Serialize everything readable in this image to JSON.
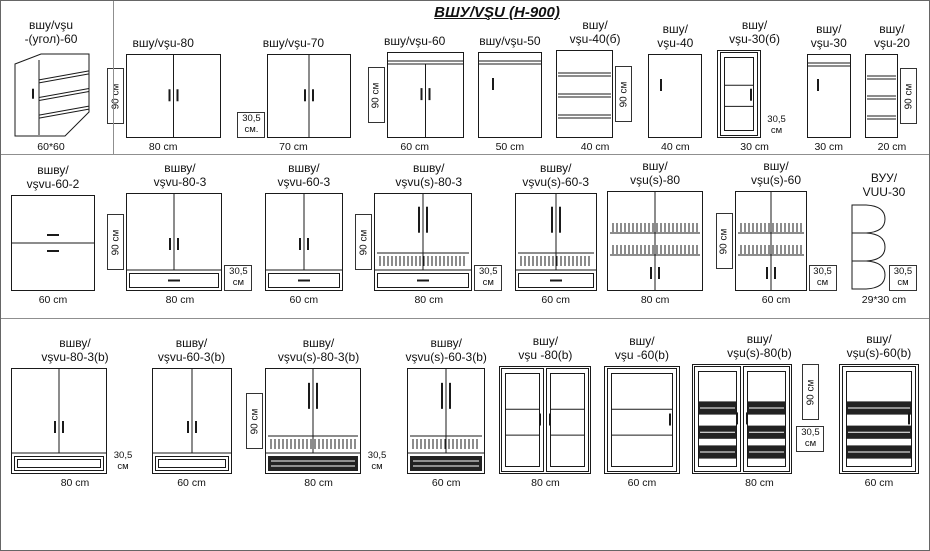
{
  "title": "ВШУ/VŞU  (Н-900)",
  "colors": {
    "line": "#1a1a1a",
    "dark": "#222222",
    "grid": "#8f8f8f",
    "background": "#ffffff"
  },
  "rows": [
    {
      "name": "row-1",
      "items": [
        {
          "id": "vsu-ugol-60",
          "label": [
            "вшу/vşu",
            "-(угол)-60"
          ],
          "size": "60*60",
          "draw": {
            "type": "corner",
            "w": 80,
            "h": 88
          }
        },
        {
          "id": "vsu-80",
          "label": [
            "вшу/vşu-80"
          ],
          "size": "80 cm",
          "draw": {
            "type": "doors2",
            "w": 95,
            "h": 84
          },
          "left": {
            "kind": "tall",
            "text": "90 см",
            "boxed": true
          }
        },
        {
          "id": "vsu-70",
          "label": [
            "вшу/vşu-70"
          ],
          "size": "70 cm",
          "draw": {
            "type": "doors2",
            "w": 84,
            "h": 84
          },
          "left": {
            "kind": "small",
            "lines": [
              "30,5",
              "см."
            ],
            "boxed": true
          }
        },
        {
          "id": "vsu-60",
          "label": [
            "вшу/vşu-60"
          ],
          "size": "60 cm",
          "draw": {
            "type": "doors2",
            "w": 77,
            "h": 86,
            "shelfTop": true
          },
          "left": {
            "kind": "tall",
            "text": "90 см",
            "boxed": true
          }
        },
        {
          "id": "vsu-50",
          "label": [
            "вшу/vşu-50"
          ],
          "size": "50 cm",
          "draw": {
            "type": "door1",
            "w": 64,
            "h": 86,
            "shelfTop": true
          }
        },
        {
          "id": "vsu-40b",
          "label": [
            "вшу/",
            "vşu-40(б)"
          ],
          "size": "40 cm",
          "draw": {
            "type": "shelves",
            "w": 57,
            "h": 88,
            "n": 3
          },
          "right": {
            "kind": "tall",
            "text": "90 см",
            "boxed": true
          }
        },
        {
          "id": "vsu-40",
          "label": [
            "вшу/",
            "vşu-40"
          ],
          "size": "40 cm",
          "draw": {
            "type": "door1",
            "w": 54,
            "h": 84
          }
        },
        {
          "id": "vsu-30b",
          "label": [
            "вшу/",
            "vşu-30(б)"
          ],
          "size": "30 cm",
          "draw": {
            "type": "glass1",
            "w": 44,
            "h": 88
          },
          "right": {
            "kind": "small",
            "lines": [
              "30,5",
              "см"
            ],
            "boxed": false
          }
        },
        {
          "id": "vsu-30",
          "label": [
            "вшу/",
            "vşu-30"
          ],
          "size": "30 cm",
          "draw": {
            "type": "door1",
            "w": 44,
            "h": 84,
            "shelfTop": true
          }
        },
        {
          "id": "vsu-20",
          "label": [
            "вшу/",
            "vşu-20"
          ],
          "size": "20 cm",
          "draw": {
            "type": "shelves",
            "w": 33,
            "h": 84,
            "n": 3
          },
          "right": {
            "kind": "tall",
            "text": "90 см",
            "boxed": true
          }
        }
      ]
    },
    {
      "name": "row-2",
      "items": [
        {
          "id": "vsvu-60-2",
          "label": [
            "вшву/",
            "vşvu-60-2"
          ],
          "size": "60 cm",
          "draw": {
            "type": "flip2",
            "w": 84,
            "h": 96
          }
        },
        {
          "id": "vsvu-80-3",
          "label": [
            "вшву/",
            "vşvu-80-3"
          ],
          "size": "80 cm",
          "draw": {
            "type": "threeSec",
            "w": 96,
            "h": 98,
            "bottom": "flip"
          },
          "left": {
            "kind": "tall",
            "text": "90 см",
            "boxed": true
          },
          "right": {
            "kind": "small",
            "lines": [
              "30,5",
              "см"
            ],
            "boxed": true
          }
        },
        {
          "id": "vsvu-60-3",
          "label": [
            "вшву/",
            "vşvu-60-3"
          ],
          "size": "60 cm",
          "draw": {
            "type": "threeSec",
            "w": 78,
            "h": 98,
            "bottom": "flip"
          }
        },
        {
          "id": "vsvu-s-80-3",
          "label": [
            "вшву/",
            "vşvu(s)-80-3"
          ],
          "size": "80 cm",
          "draw": {
            "type": "threeSec",
            "w": 98,
            "h": 98,
            "bottom": "flip",
            "rack": true,
            "tallHandles": true
          },
          "left": {
            "kind": "tall",
            "text": "90 см",
            "boxed": true
          },
          "right": {
            "kind": "small",
            "lines": [
              "30,5",
              "см"
            ],
            "boxed": true
          }
        },
        {
          "id": "vsvu-s-60-3",
          "label": [
            "вшву/",
            "vşvu(s)-60-3"
          ],
          "size": "60 cm",
          "draw": {
            "type": "threeSec",
            "w": 82,
            "h": 98,
            "bottom": "flip",
            "rack": true,
            "tallHandles": true
          }
        },
        {
          "id": "vsu-s-80",
          "label": [
            "вшу/",
            "vşu(s)-80"
          ],
          "size": "80 cm",
          "draw": {
            "type": "rack2",
            "w": 96,
            "h": 100
          }
        },
        {
          "id": "vsu-s-60",
          "label": [
            "вшу/",
            "vşu(s)-60"
          ],
          "size": "60 cm",
          "draw": {
            "type": "rack2",
            "w": 72,
            "h": 100
          },
          "left": {
            "kind": "tall",
            "text": "90 см",
            "boxed": true
          },
          "right": {
            "kind": "small",
            "lines": [
              "30,5",
              "см"
            ],
            "boxed": true
          }
        },
        {
          "id": "vuu-30",
          "label": [
            "ВУУ/",
            "VUU-30"
          ],
          "size": "29*30 cm",
          "draw": {
            "type": "vuu",
            "w": 38,
            "h": 88
          },
          "right": {
            "kind": "small",
            "lines": [
              "30,5",
              "см"
            ],
            "boxed": true
          }
        }
      ]
    },
    {
      "name": "row-3",
      "items": [
        {
          "id": "vsvu-80-3b",
          "label": [
            "вшву/",
            "vşvu-80-3(b)"
          ],
          "size": "80 cm",
          "draw": {
            "type": "threeSec",
            "w": 96,
            "h": 106,
            "bottom": "open"
          },
          "right": {
            "kind": "small",
            "lines": [
              "30,5",
              "см"
            ],
            "boxed": false
          }
        },
        {
          "id": "vsvu-60-3b",
          "label": [
            "вшву/",
            "vşvu-60-3(b)"
          ],
          "size": "60 cm",
          "draw": {
            "type": "threeSec",
            "w": 80,
            "h": 106,
            "bottom": "open"
          }
        },
        {
          "id": "vsvu-s-80-3b",
          "label": [
            "вшву/",
            "vşvu(s)-80-3(b)"
          ],
          "size": "80 cm",
          "draw": {
            "type": "threeSec",
            "w": 96,
            "h": 106,
            "bottom": "dark",
            "rack": true,
            "tallHandles": true
          },
          "left": {
            "kind": "tall",
            "text": "90 см",
            "boxed": true
          },
          "right": {
            "kind": "small",
            "lines": [
              "30,5",
              "см"
            ],
            "boxed": false
          }
        },
        {
          "id": "vsvu-s-60-3b",
          "label": [
            "вшву/",
            "vşvu(s)-60-3(b)"
          ],
          "size": "60 cm",
          "draw": {
            "type": "threeSec",
            "w": 78,
            "h": 106,
            "bottom": "dark",
            "rack": true,
            "tallHandles": true
          }
        },
        {
          "id": "vsu-80b",
          "label": [
            "вшу/",
            "vşu -80(b)"
          ],
          "size": "80 cm",
          "draw": {
            "type": "glass2",
            "w": 92,
            "h": 108
          }
        },
        {
          "id": "vsu-60b",
          "label": [
            "вшу/",
            "vşu -60(b)"
          ],
          "size": "60 cm",
          "draw": {
            "type": "glass1",
            "w": 76,
            "h": 108
          }
        },
        {
          "id": "vsu-s-80b",
          "label": [
            "вшу/",
            "vşu(s)-80(b)"
          ],
          "size": "80 cm",
          "draw": {
            "type": "glass2",
            "w": 100,
            "h": 110,
            "rack": true
          },
          "right": [
            {
              "kind": "tall",
              "text": "90 см",
              "boxed": true
            },
            {
              "kind": "small",
              "lines": [
                "30,5",
                "см"
              ],
              "boxed": true
            }
          ]
        },
        {
          "id": "vsu-s-60b",
          "label": [
            "вшу/",
            "vşu(s)-60(b)"
          ],
          "size": "60 cm",
          "draw": {
            "type": "glass1",
            "w": 80,
            "h": 110,
            "rack": true
          }
        }
      ]
    }
  ]
}
